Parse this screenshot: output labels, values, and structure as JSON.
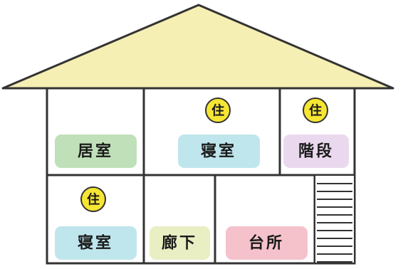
{
  "house": {
    "colors": {
      "roof": "#f6efb4",
      "outline": "#333333",
      "living": "#bfe0b8",
      "bedroom": "#bfe6ec",
      "stairs": "#ead9ee",
      "hallway": "#e9eec3",
      "kitchen": "#f5c2cc",
      "marker": "#f6e633"
    },
    "rooms": {
      "living_room": "居室",
      "bedroom_upper": "寝室",
      "stairs": "階段",
      "bedroom_lower": "寝室",
      "hallway": "廊下",
      "kitchen": "台所"
    },
    "markers": {
      "bedroom_upper": "住",
      "stairs": "住",
      "bedroom_lower": "住"
    }
  }
}
